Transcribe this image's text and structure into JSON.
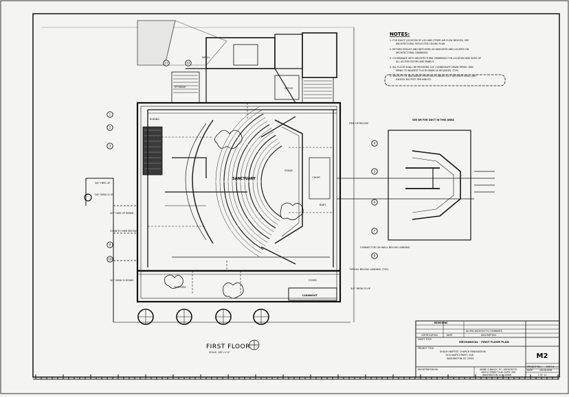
{
  "notes": {
    "heading": "NOTES:",
    "items": [
      "1.  FOR EXACT LOCATION OF LSD AND OTHER AIR FLOW DEVICES, SEE ARCHITECTURAL REFLECTED CEILING PLAN",
      "2.  RETURN GRILLES AND DIFFUSERS AS INDICATED AND LOCATED ON ARCHITECTURAL DRAWINGS.",
      "3.  COORDINATE WITH ARCHITECTURAL DRAWINGS FOR LOCATION AND SIZES OF ALL ACCESS DOORS AND PANELS.",
      "4.  ALL FLOOR SHALL BE PROVIDED 3/4\" CONDENSATE DRAIN PIPING. RUN PIPING TO NEAREST FLOOR DRAIN AS REQUIRED. (TYP.)",
      "5.  VELOCITY OF DISCHARGE FROM EACH LINEAR SLOT DIFFUSER SHALL NOT EXCEED 300 FEET PER MINUTE."
    ]
  },
  "plan": {
    "title": "FIRST FLOOR",
    "subtitle": "SCALE: 1/8\"=1'-0\"",
    "sanctuary_label": "SANCTUARY",
    "detail_title": "SEE DR FOR DUCT IN THIS AREA",
    "callouts": {
      "connector_on_wall": "CONNECTOR ON WALL BELOW LANDING",
      "typical_below_landing": "TYPICAL BELOW LANDING (TYP.)",
      "up": "3/4\" INSUL'D UP",
      "fire_up": "FIRE UP BELOW",
      "left_1": "3/4\" HWS UP",
      "left_2": "3/4\" INSUL'D UP",
      "left_3": "3/4\" HWS UP DOWN",
      "left_4": "CONN TO HWR BELOW",
      "left_5": "3/4\" INSUL'D DOWN",
      "cleanout": "CLEANOUT"
    },
    "markers": [
      "1",
      "2",
      "3",
      "4",
      "5",
      "6",
      "7",
      "8",
      "9",
      "10",
      "11",
      "12"
    ],
    "room_labels": [
      "NARTHEX",
      "FOYER",
      "CHOIR",
      "STAGE",
      "BAPT.",
      "ROBING",
      "OFFICE",
      "STORAGE",
      "MECH."
    ]
  },
  "title_block": {
    "revisions_label": "REVISIONS",
    "date_label": "DATE",
    "description_label": "DESCRIPTION",
    "rev_row": "AS PER ARCHITECT'S COMMENTS",
    "certification": "CERTIFICATION",
    "sheet_title_label": "SHEET TITLE",
    "sheet_title": "MECHANICAL - FIRST FLOOR PLAN",
    "project_label": "PROJECT TITLE",
    "project_lines": [
      "SHILOH BAPTIST CHURCH RENOVATION",
      "1510 NINTH STREET, N.W.",
      "WASHINGTON, DC 20001"
    ],
    "architect_lines": [
      "HINDE & BAILEY, P.C. ARCHITECTS",
      "1629 K STREET N.W. SUITE 300",
      "WASHINGTON, D.C. 20006"
    ],
    "registration_label": "REGISTRATION NO.",
    "sheet_number": "M2",
    "project_no_label": "PROJECT NO.",
    "project_no": "9307-8",
    "date_field_label": "DATE",
    "date_value": "10/13/1994",
    "sheet_of": "2 OF 12"
  }
}
